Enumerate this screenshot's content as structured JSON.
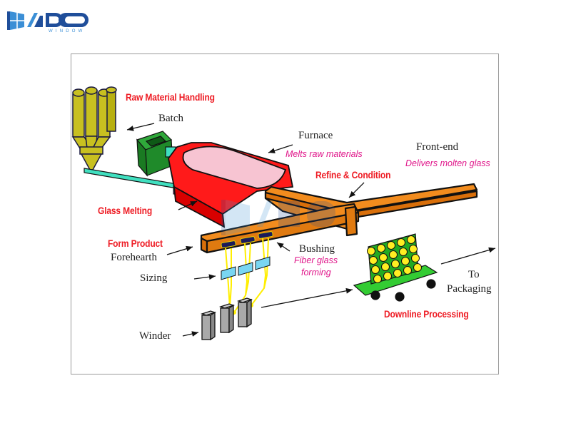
{
  "logo": {
    "brand": "ADO",
    "sub": "WINDOW",
    "color": "#1f4e9a",
    "accent": "#3b8fd6"
  },
  "labels": {
    "raw_material_handling": "Raw Material Handling",
    "batch": "Batch",
    "furnace": "Furnace",
    "melts_raw_materials": "Melts raw materials",
    "front_end": "Front-end",
    "delivers_molten_glass": "Delivers molten glass",
    "refine_condition": "Refine & Condition",
    "glass_melting": "Glass Melting",
    "form_product": "Form Product",
    "forehearth": "Forehearth",
    "bushing": "Bushing",
    "fiber_glass_forming_1": "Fiber glass",
    "fiber_glass_forming_2": "forming",
    "sizing": "Sizing",
    "winder": "Winder",
    "to": "To",
    "packaging": "Packaging",
    "downline_processing": "Downline Processing"
  },
  "colors": {
    "stage_label": "#ee1c24",
    "description": "#e0168a",
    "silo": "#c8c020",
    "furnace": "#ff1a1a",
    "furnace_inner": "#f7c4d2",
    "forehearth": "#f28c1e",
    "batch_box": "#1f8a2a",
    "conveyor": "#40e0c0",
    "cart": "#33cc33",
    "bobbin": "#ffee22",
    "winder": "#a9a9a9"
  }
}
